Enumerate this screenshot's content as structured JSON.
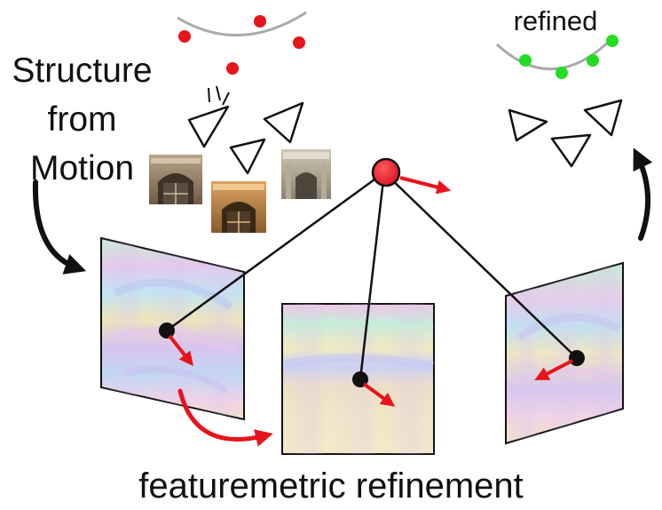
{
  "labels": {
    "sfm_line1": "Structure",
    "sfm_line2": "from",
    "sfm_line3": "Motion",
    "refined": "refined",
    "caption": "featuremetric refinement"
  },
  "colors": {
    "point": "#e8141c",
    "refined_point": "#22dd22",
    "arrow": "#e8141c",
    "curve": "#aaaaaa",
    "line": "#111111"
  }
}
